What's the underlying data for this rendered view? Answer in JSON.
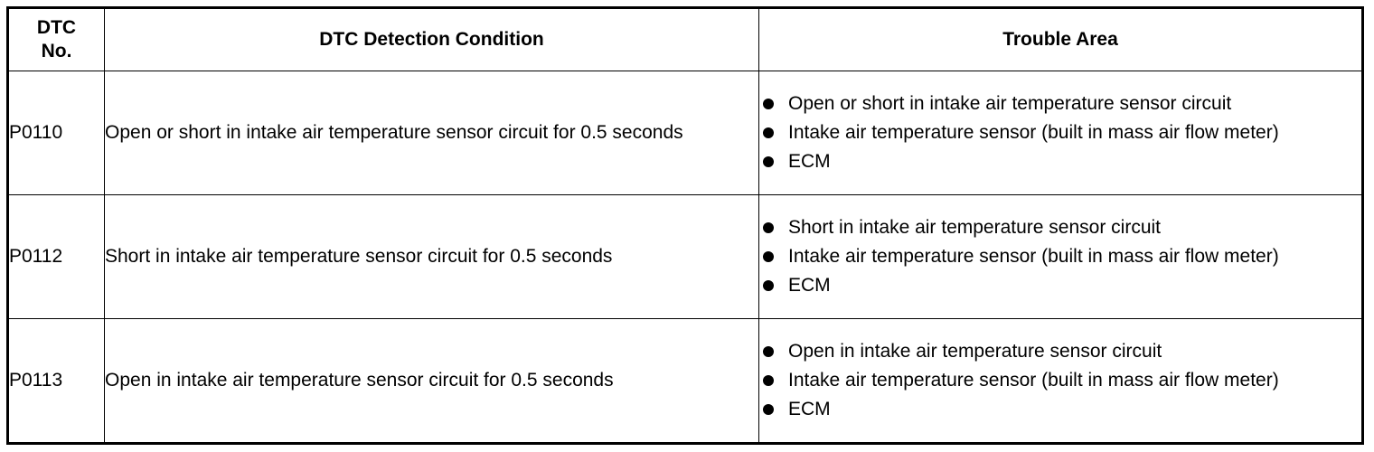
{
  "headers": {
    "code": "DTC No.",
    "condition": "DTC Detection Condition",
    "area": "Trouble Area"
  },
  "rows": [
    {
      "code": "P0110",
      "condition": "Open or short in intake air temperature sensor circuit for 0.5 seconds",
      "areas": [
        "Open or short in intake air temperature sensor circuit",
        "Intake air temperature sensor (built in mass air flow meter)",
        "ECM"
      ]
    },
    {
      "code": "P0112",
      "condition": "Short in intake air temperature sensor circuit for 0.5 seconds",
      "areas": [
        "Short in intake air temperature sensor circuit",
        "Intake air temperature sensor (built in mass air flow meter)",
        "ECM"
      ]
    },
    {
      "code": "P0113",
      "condition": "Open in intake air temperature sensor circuit for 0.5 seconds",
      "areas": [
        "Open in intake air temperature sensor circuit",
        "Intake air temperature sensor (built in mass air flow meter)",
        "ECM"
      ]
    }
  ]
}
